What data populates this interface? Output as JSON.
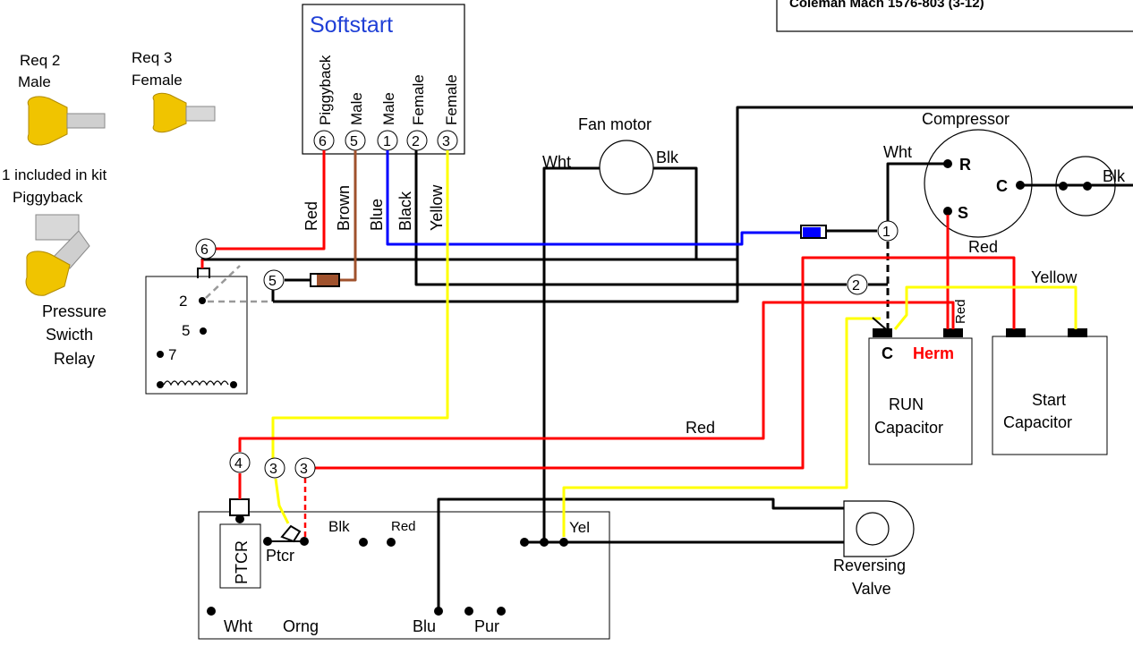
{
  "header": {
    "title": "Coleman Mach 1576-803 (3-12)"
  },
  "softstart": {
    "title": "Softstart",
    "terminals": [
      {
        "num": "6",
        "type": "Piggyback"
      },
      {
        "num": "5",
        "type": "Male"
      },
      {
        "num": "1",
        "type": "Male"
      },
      {
        "num": "2",
        "type": "Female"
      },
      {
        "num": "3",
        "type": "Female"
      }
    ]
  },
  "connectors": {
    "req2": "Req 2",
    "req2_type": "Male",
    "req3": "Req 3",
    "req3_type": "Female",
    "included": "1 included in kit",
    "piggyback": "Piggyback"
  },
  "wires": {
    "red": "Red",
    "brown": "Brown",
    "blue": "Blue",
    "black": "Black",
    "yellow": "Yellow",
    "red_run": "Red",
    "red_comp": "Red",
    "yellow_cap": "Yellow",
    "red_herm": "Red"
  },
  "pressure_switch": {
    "label_line1": "Pressure",
    "label_line2": "Swicth",
    "label_line3": "Relay",
    "t2": "2",
    "t5": "5",
    "t7": "7"
  },
  "fan": {
    "label": "Fan motor",
    "wht": "Wht",
    "blk": "Blk"
  },
  "compressor": {
    "label": "Compressor",
    "wht": "Wht",
    "r": "R",
    "c": "C",
    "s": "S",
    "blk": "Blk"
  },
  "run_cap": {
    "c": "C",
    "herm": "Herm",
    "line1": "RUN",
    "line2": "Capacitor"
  },
  "start_cap": {
    "line1": "Start",
    "line2": "Capacitor"
  },
  "board": {
    "ptcr_vertical": "PTCR",
    "ptcr": "Ptcr",
    "blk": "Blk",
    "red": "Red",
    "yel": "Yel",
    "wht": "Wht",
    "orng": "Orng",
    "blu": "Blu",
    "pur": "Pur"
  },
  "reversing_valve": {
    "line1": "Reversing",
    "line2": "Valve"
  },
  "splice_labels": {
    "c1": "1",
    "c2": "2",
    "c3a": "3",
    "c3b": "3",
    "c4": "4",
    "c5": "5",
    "c6": "6"
  },
  "colors": {
    "red": "#ff0000",
    "blue": "#0000ff",
    "yellow": "#ffff00",
    "brown": "#a0522d",
    "black": "#000000",
    "gray": "#999999",
    "title_blue": "#1f3fd6",
    "herm_red": "#ff0000"
  }
}
